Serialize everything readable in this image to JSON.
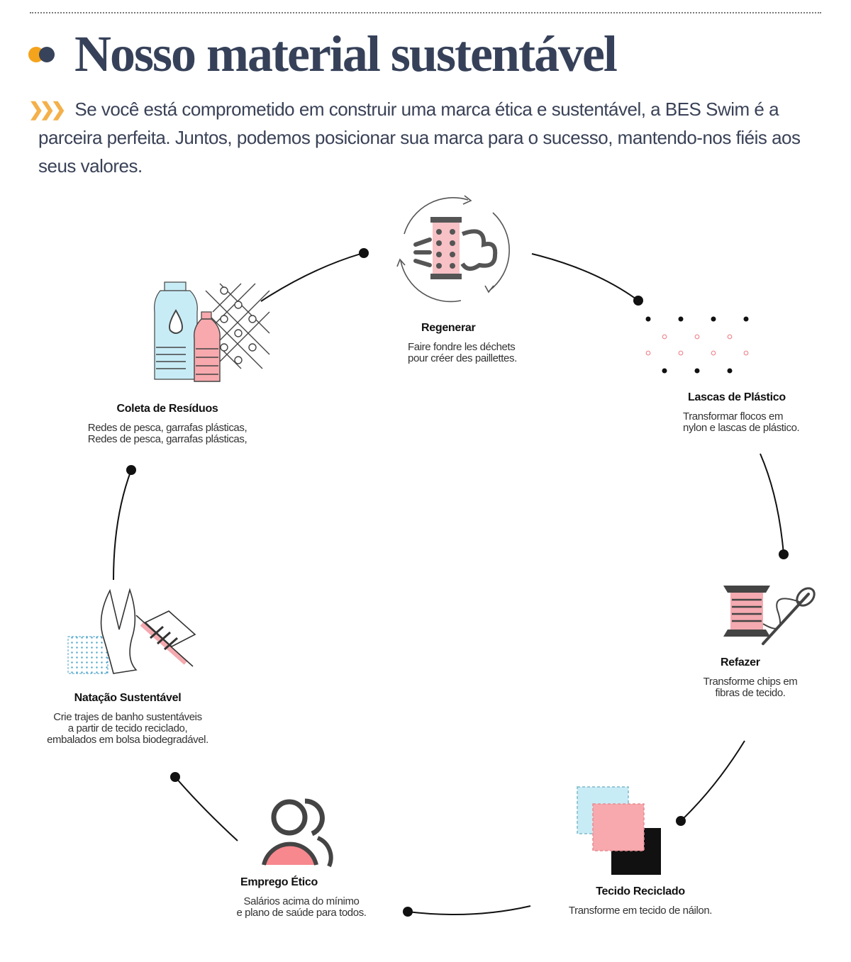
{
  "header": {
    "title": "Nosso material sustentável",
    "intro": "Se você está comprometido em construir uma marca ética e sustentável, a BES Swim é a parceira perfeita. Juntos, podemos posicionar sua marca para o sucesso, mantendo-nos fiéis aos seus valores."
  },
  "colors": {
    "title": "#364159",
    "accent_orange": "#f4a31c",
    "accent_pink": "#f4aab0",
    "accent_blue": "#c8ecf6",
    "connector": "#111111"
  },
  "steps": [
    {
      "label": "Regenerar",
      "desc": "Faire fondre les déchets\npour créer des paillettes.",
      "icon": "regenerate-machine-icon"
    },
    {
      "label": "Lascas de Plástico",
      "desc": "Transformar flocos em\nnylon e lascas de plástico.",
      "icon": "plastic-flakes-icon"
    },
    {
      "label": "Refazer",
      "desc": "Transforme chips em\nfibras de tecido.",
      "icon": "thread-spool-needle-icon"
    },
    {
      "label": "Tecido Reciclado",
      "desc": "Transforme em tecido de náilon.",
      "icon": "fabric-swatches-icon"
    },
    {
      "label": "Emprego Ético",
      "desc": "Salários acima do mínimo\ne plano de saúde para todos.",
      "icon": "people-icon"
    },
    {
      "label": "Natação Sustentável",
      "desc": "Crie trajes de banho sustentáveis\na partir de tecido reciclado,\nembalados em bolsa biodegradável.",
      "icon": "swimsuit-icon"
    },
    {
      "label": "Coleta de Resíduos",
      "desc": "Redes de pesca, garrafas plásticas,\nRedes de pesca, garrafas plásticas,",
      "icon": "bottles-net-icon"
    }
  ]
}
